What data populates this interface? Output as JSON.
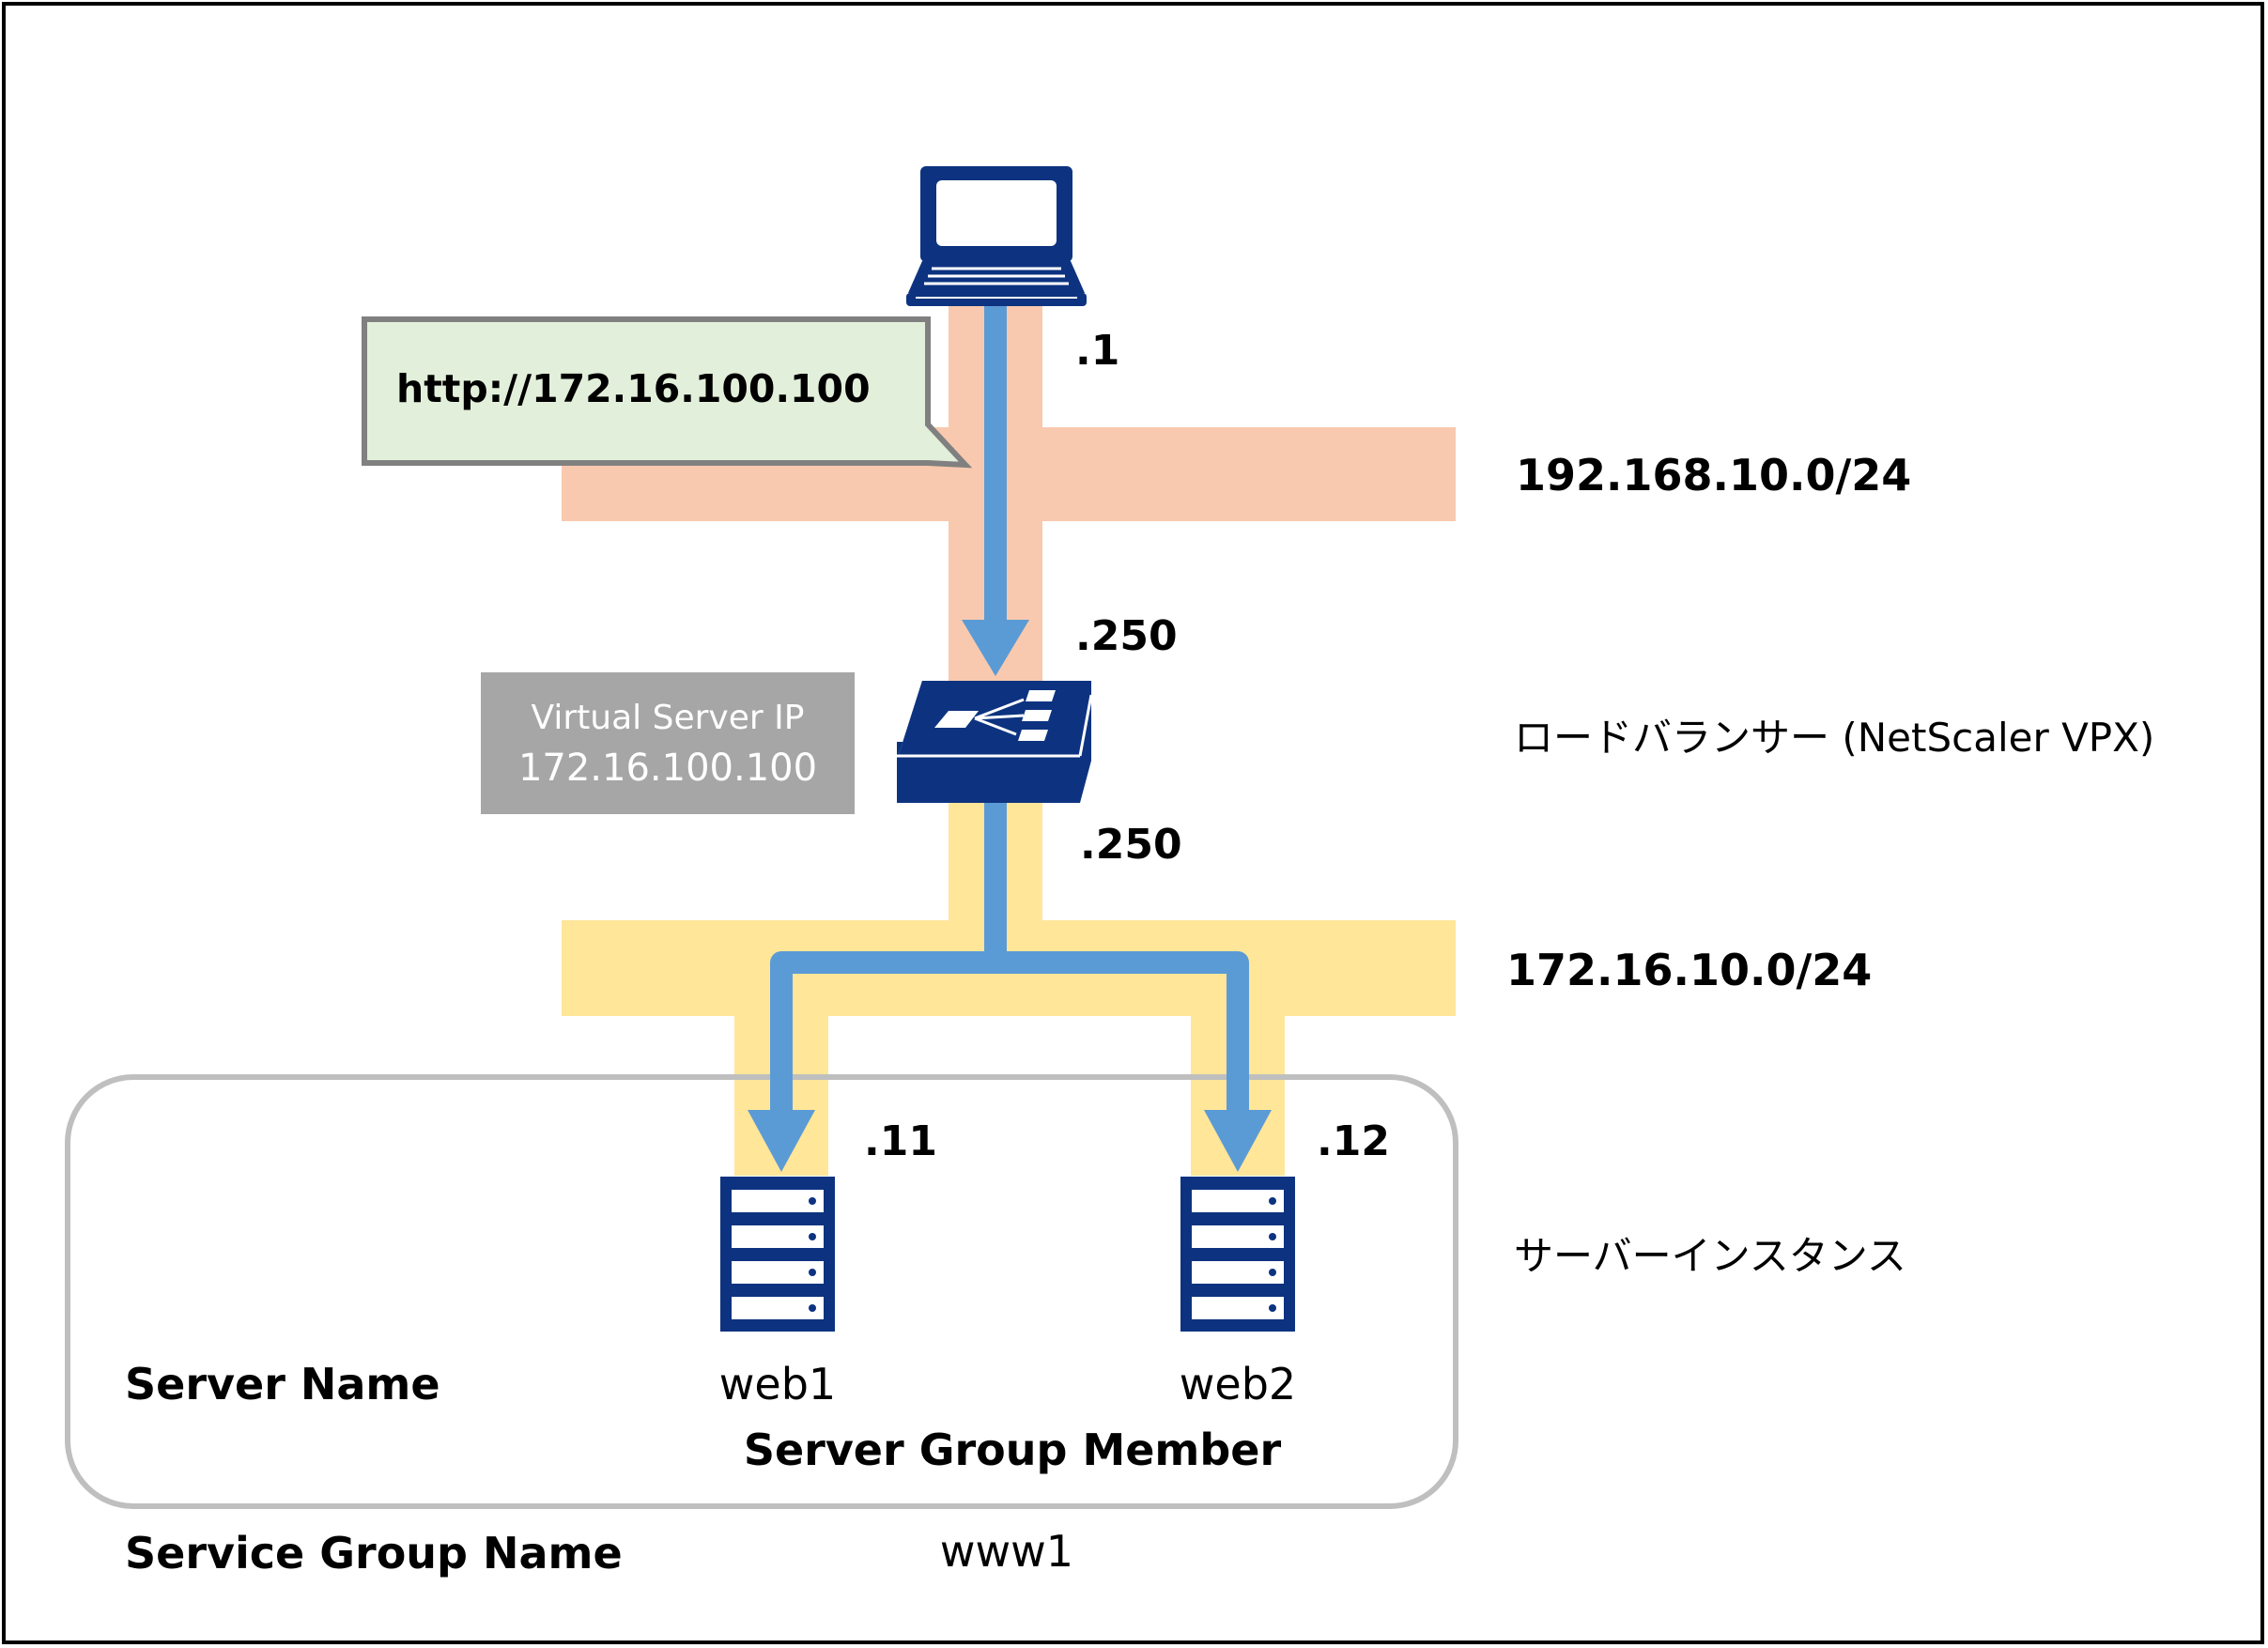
{
  "bubble": {
    "url": "http://172.16.100.100"
  },
  "networks": {
    "upper": {
      "cidr": "192.168.10.0/24",
      "color": "#F8C9AE"
    },
    "lower": {
      "cidr": "172.16.10.0/24",
      "color": "#FFE699"
    }
  },
  "hosts": {
    "client_ip": ".1",
    "lb_upper_ip": ".250",
    "lb_lower_ip": ".250",
    "web1_ip": ".11",
    "web2_ip": ".12"
  },
  "vip": {
    "title": "Virtual Server IP",
    "address": "172.16.100.100"
  },
  "labels": {
    "load_balancer": "ロードバランサー (NetScaler VPX)",
    "server_instances": "サーバーインスタンス",
    "server_name": "Server Name",
    "server_group_member": "Server Group Member",
    "service_group_name": "Service Group Name"
  },
  "servers": {
    "web1": "web1",
    "web2": "web2"
  },
  "service_group": "www1",
  "colors": {
    "device_blue": "#0D3380",
    "flow_blue": "#5B9BD5",
    "bubble_fill": "#E2EFDA",
    "vip_box": "#A6A6A6"
  },
  "icons": [
    "laptop-icon",
    "load-balancer-icon",
    "server-icon"
  ]
}
